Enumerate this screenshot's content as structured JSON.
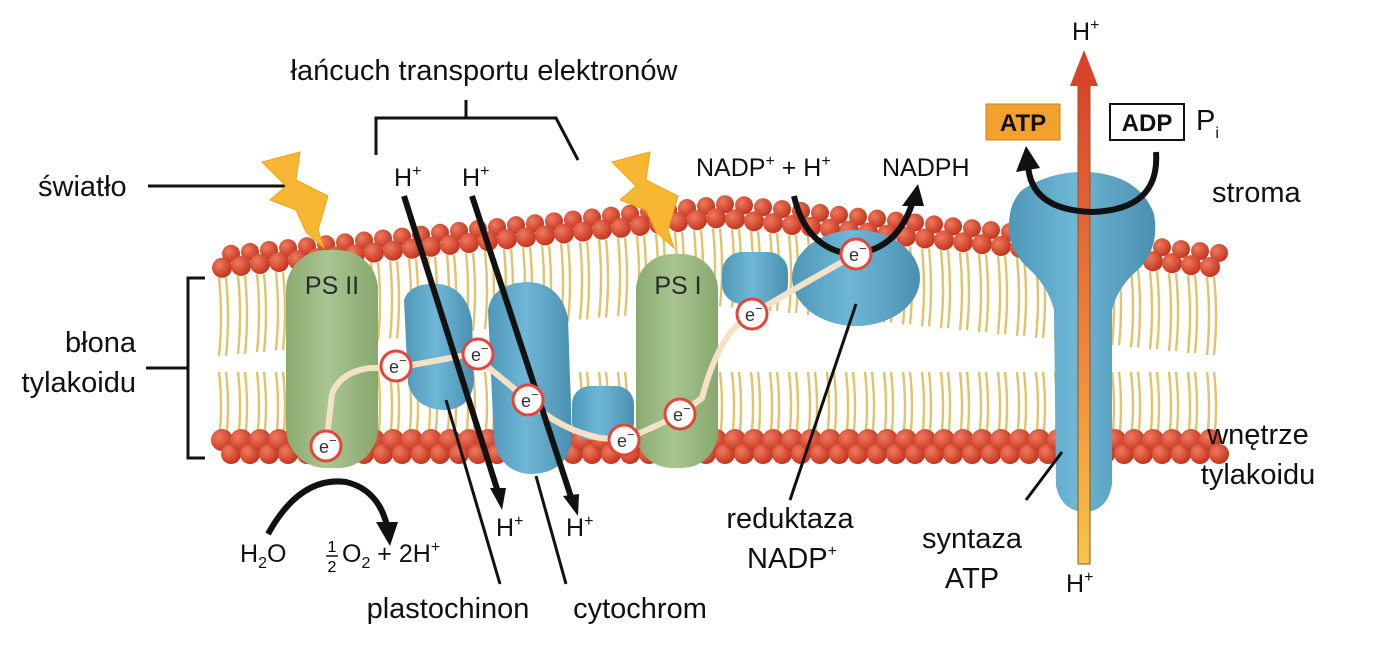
{
  "labels": {
    "etc": "łańcuch transportu elektronów",
    "light": "światło",
    "membrane_line1": "błona",
    "membrane_line2": "tylakoidu",
    "stroma": "stroma",
    "lumen_line1": "wnętrze",
    "lumen_line2": "tylakoidu",
    "plastoquinone": "plastochinon",
    "cytochrome": "cytochrom",
    "reductase_line1": "reduktaza",
    "reductase_line2": "NADP",
    "synthase_line1": "syntaza",
    "synthase_line2": "ATP"
  },
  "proteins": {
    "ps2": "PS II",
    "ps1": "PS I"
  },
  "chem": {
    "h": "H",
    "plus": "+",
    "minus": "−",
    "e": "e",
    "h2o_h": "H",
    "h2o_2": "2",
    "h2o_o": "O",
    "half_num": "1",
    "half_den": "2",
    "o2_o": "O",
    "o2_2": "2",
    "two_h": " + 2H",
    "nadp": "NADP",
    "nadp_plus_h": " + H",
    "nadph": "NADPH",
    "atp": "ATP",
    "adp": "ADP",
    "p": "P",
    "i": "i"
  },
  "colors": {
    "lipid_head": "#d8452d",
    "lipid_tail": "#e0c36a",
    "ps_green": "#9fbc86",
    "protein_blue": "#5fa9c9",
    "electron_path": "#f3dfc4",
    "atp_orange": "#f2a12f",
    "lightning": "#f7b733"
  }
}
